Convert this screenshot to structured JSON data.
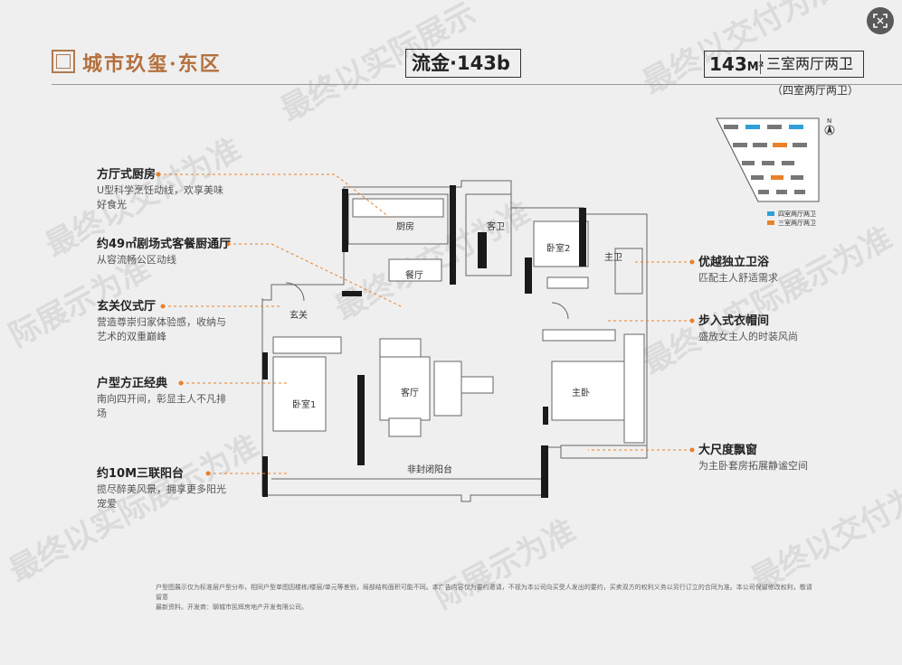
{
  "brand": {
    "name": "城市玖玺·东区"
  },
  "plan": {
    "name": "流金·143b"
  },
  "area": {
    "value": "143",
    "unit": "M²",
    "layout": "三室两厅两卫",
    "alt_layout": "（四室两厅两卫）"
  },
  "site_legend": {
    "four_room": "四室两厅两卫",
    "three_room": "三室两厅两卫",
    "north": "N",
    "four_color": "#2f9fd8",
    "three_color": "#e8812b"
  },
  "features": [
    {
      "title": "方厅式厨房",
      "desc1": "U型科学烹饪动线，欢享美味",
      "desc2": "好食光"
    },
    {
      "title": "约49㎡剧场式客餐厨通厅",
      "desc1": "从容流畅公区动线",
      "desc2": ""
    },
    {
      "title": "玄关仪式厅",
      "desc1": "营造尊崇归家体验感，收纳与",
      "desc2": "艺术的双重巅峰"
    },
    {
      "title": "户型方正经典",
      "desc1": "南向四开间，彰显主人不凡排",
      "desc2": "场"
    },
    {
      "title": "约10M三联阳台",
      "desc1": "揽尽醉美风景，拥享更多阳光",
      "desc2": "宠爱"
    },
    {
      "title": "优越独立卫浴",
      "desc1": "匹配主人舒适需求",
      "desc2": ""
    },
    {
      "title": "步入式衣帽间",
      "desc1": "盛放女主人的时装风尚",
      "desc2": ""
    },
    {
      "title": "大尺度飘窗",
      "desc1": "为主卧套房拓展静谧空间",
      "desc2": ""
    }
  ],
  "rooms": {
    "kitchen": "厨房",
    "guest_bath": "客卫",
    "bedroom2": "卧室2",
    "master_bath": "主卫",
    "dining": "餐厅",
    "foyer": "玄关",
    "living": "客厅",
    "bedroom1": "卧室1",
    "master": "主卧",
    "balcony": "非封闭阳台"
  },
  "disclaimer": {
    "line1": "户型图展示仅为标准层户型分布，相同户型单图因楼栋/楼层/单元等差别，局部结构面积可能不同。本广告内容仅为要约邀请，不视为本公司向买受人发出的要约，买卖双方的权利义务以另行订立的合同为准。本公司保留修改权利，敬请留意",
    "line2": "最新资料。开发商：聊城市民辉房地产开发有限公司。"
  },
  "watermarks": [
    "最终以实际展示",
    "最终以交付为准",
    "际展示为准",
    "最终以交付为准",
    "最终以实际展示为准",
    "最终以实际展示为准",
    "际展示为准",
    "最终以交付为准",
    "最终以交付为准"
  ],
  "colors": {
    "accent": "#e8812b",
    "brand": "#b5703e"
  }
}
